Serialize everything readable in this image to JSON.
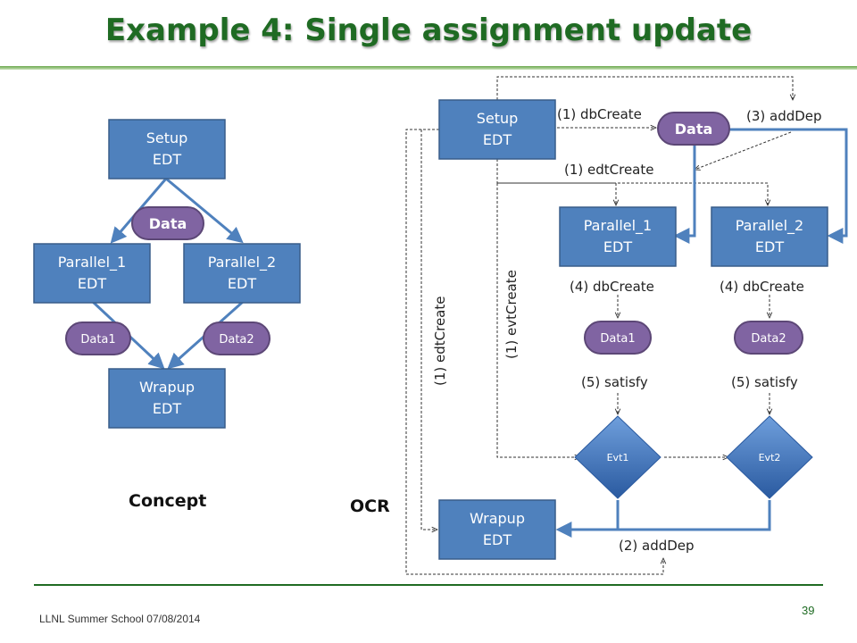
{
  "slide": {
    "title": "Example 4: Single assignment update",
    "footer": "LLNL Summer School 07/08/2014",
    "page_number": "39"
  },
  "concept": {
    "section_label": "Concept",
    "setup": [
      "Setup",
      "EDT"
    ],
    "data": "Data",
    "parallel_1": [
      "Parallel_1",
      "EDT"
    ],
    "parallel_2": [
      "Parallel_2",
      "EDT"
    ],
    "data1": "Data1",
    "data2": "Data2",
    "wrapup": [
      "Wrapup",
      "EDT"
    ]
  },
  "ocr": {
    "section_label": "OCR",
    "setup": [
      "Setup",
      "EDT"
    ],
    "data": "Data",
    "parallel_1": [
      "Parallel_1",
      "EDT"
    ],
    "parallel_2": [
      "Parallel_2",
      "EDT"
    ],
    "data1": "Data1",
    "data2": "Data2",
    "evt1": "Evt1",
    "evt2": "Evt2",
    "wrapup": [
      "Wrapup",
      "EDT"
    ],
    "labels": {
      "db_create": "(1) dbCreate",
      "add_dep_3": "(3) addDep",
      "edt_create": "(1) edtCreate",
      "edt_create_vertical": "(1) edtCreate",
      "evt_create_vertical": "(1) evtCreate",
      "db_create_4_left": "(4) dbCreate",
      "db_create_4_right": "(4) dbCreate",
      "satisfy_left": "(5) satisfy",
      "satisfy_right": "(5) satisfy",
      "add_dep_2": "(2) addDep"
    }
  },
  "colors": {
    "title_green": "#1f6b23",
    "edt_blue": "#4f81bd",
    "edt_border": "#385d8a",
    "datablock_purple": "#8064a2",
    "datablock_border": "#5c4776",
    "arrow_blue": "#4f81bd",
    "dashed_arrow": "#333333"
  }
}
